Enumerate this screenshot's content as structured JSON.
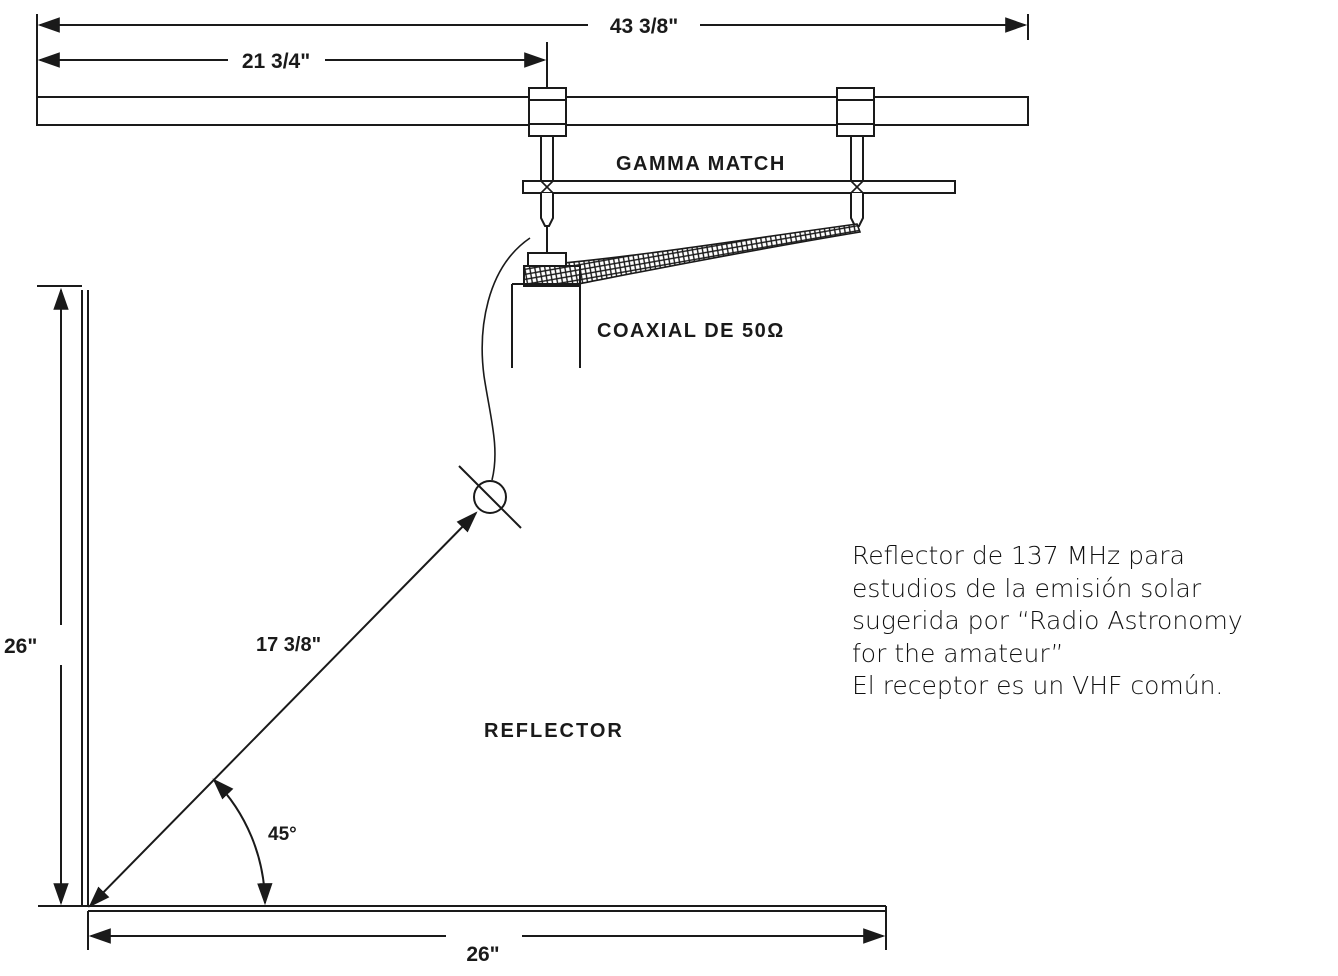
{
  "diagram": {
    "labels": {
      "total_length": "43 3/8\"",
      "half_length": "21 3/4\"",
      "gamma_match": "GAMMA MATCH",
      "coax": "COAXIAL DE 50Ω",
      "diagonal": "17 3/8\"",
      "vertical": "26\"",
      "reflector": "REFLECTOR",
      "angle": "45°",
      "horizontal": "26\""
    },
    "colors": {
      "ink": "#1a1a1a",
      "background": "#ffffff"
    }
  },
  "caption": {
    "lines": [
      "Reflector de 137 MHz  para",
      "estudios de la emisión solar",
      "sugerida por  “Radio  Astronomy",
      "for  the amateur”",
      "El receptor es un VHF común."
    ]
  }
}
